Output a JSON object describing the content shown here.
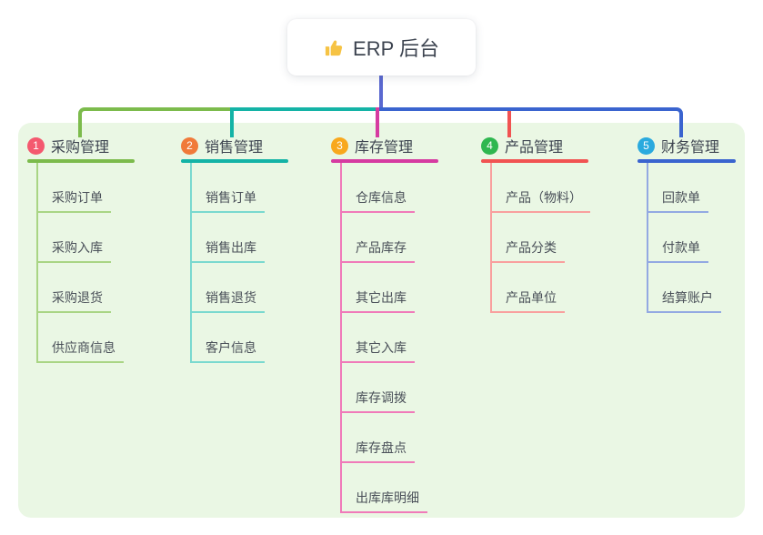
{
  "root_node": {
    "icon": "thumbs-up",
    "label": "ERP 后台"
  },
  "colors": {
    "panel_bg": "#eaf7e4",
    "root_connector": "#5a68d0",
    "thumb_icon": "#f6c344"
  },
  "branches": [
    {
      "num": "1",
      "label": "采购管理",
      "colors": {
        "badge": "#f4596f",
        "line": "#7cbb4c",
        "line_light": "#a9d584"
      },
      "children": [
        "采购订单",
        "采购入库",
        "采购退货",
        "供应商信息"
      ]
    },
    {
      "num": "2",
      "label": "销售管理",
      "colors": {
        "badge": "#f07a3a",
        "line": "#14b3a6",
        "line_light": "#7ad9cf"
      },
      "children": [
        "销售订单",
        "销售出库",
        "销售退货",
        "客户信息"
      ]
    },
    {
      "num": "3",
      "label": "库存管理",
      "colors": {
        "badge": "#f8a81d",
        "line": "#d63ba1",
        "line_light": "#f07ab9"
      },
      "children": [
        "仓库信息",
        "产品库存",
        "其它出库",
        "其它入库",
        "库存调拨",
        "库存盘点",
        "出库库明细"
      ]
    },
    {
      "num": "4",
      "label": "产品管理",
      "colors": {
        "badge": "#2fb750",
        "line": "#f15352",
        "line_light": "#f9a09e"
      },
      "children": [
        "产品（物料）",
        "产品分类",
        "产品单位"
      ]
    },
    {
      "num": "5",
      "label": "财务管理",
      "colors": {
        "badge": "#2aaade",
        "line": "#3a64cf",
        "line_light": "#93a9e2"
      },
      "children": [
        "回款单",
        "付款单",
        "结算账户"
      ]
    }
  ]
}
